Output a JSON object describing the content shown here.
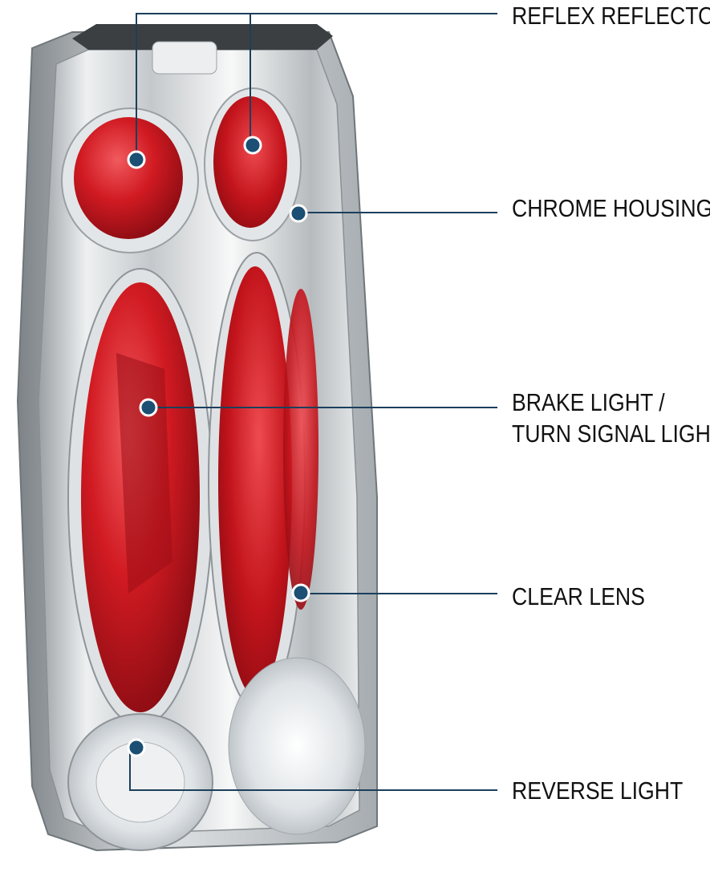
{
  "colors": {
    "callout_line": "#1b3f5c",
    "dot_fill": "#1b4f73",
    "dot_ring": "#ffffff",
    "chrome_light": "#f2f4f5",
    "chrome_mid": "#c9cdd0",
    "chrome_dark": "#8e9498",
    "lens_red": "#d11a22",
    "lens_red_dark": "#8e0c12",
    "lens_red_light": "#f05a5e",
    "label_text": "#111111"
  },
  "labels": {
    "reflex_reflectors": "REFLEX REFLECTORS",
    "chrome_housing": "CHROME HOUSING",
    "brake_line1": "BRAKE LIGHT /",
    "brake_line2": "TURN SIGNAL LIGHT",
    "clear_lens": "CLEAR LENS",
    "reverse_light": "REVERSE LIGHT"
  },
  "icons": {
    "callout_marker": "dot-icon"
  }
}
